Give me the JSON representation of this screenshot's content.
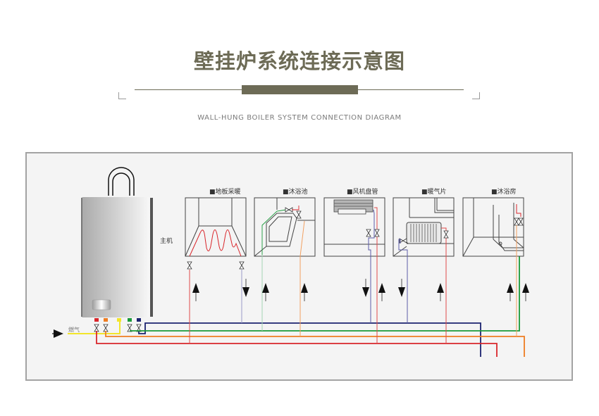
{
  "header": {
    "title": "壁挂炉系统连接示意图",
    "subtitle": "WALL-HUNG BOILER SYSTEM CONNECTION DIAGRAM",
    "accent_color": "#6d6b56"
  },
  "diagram": {
    "boiler_label": "主机",
    "gas_label": "燃气",
    "rooms": [
      {
        "id": "floor-heating",
        "label": "■地板采暖"
      },
      {
        "id": "bathtub",
        "label": "■沐浴池"
      },
      {
        "id": "fan-coil",
        "label": "■风机盘管"
      },
      {
        "id": "radiator",
        "label": "■暖气片"
      },
      {
        "id": "shower-room",
        "label": "■沐浴房"
      }
    ],
    "pipe_colors": {
      "heating_supply": "#d9262b",
      "hot_water": "#ee7d22",
      "gas": "#f2e52a",
      "cold_water": "#1a9a3a",
      "heating_return": "#1c2370"
    },
    "connectors": [
      {
        "name": "heating-supply",
        "color": "#d9262b"
      },
      {
        "name": "hot-water-out",
        "color": "#ee7d22"
      },
      {
        "name": "gas-in",
        "color": "#f2e52a"
      },
      {
        "name": "cold-water-in",
        "color": "#1a9a3a"
      },
      {
        "name": "heating-return",
        "color": "#1c2370"
      }
    ]
  }
}
